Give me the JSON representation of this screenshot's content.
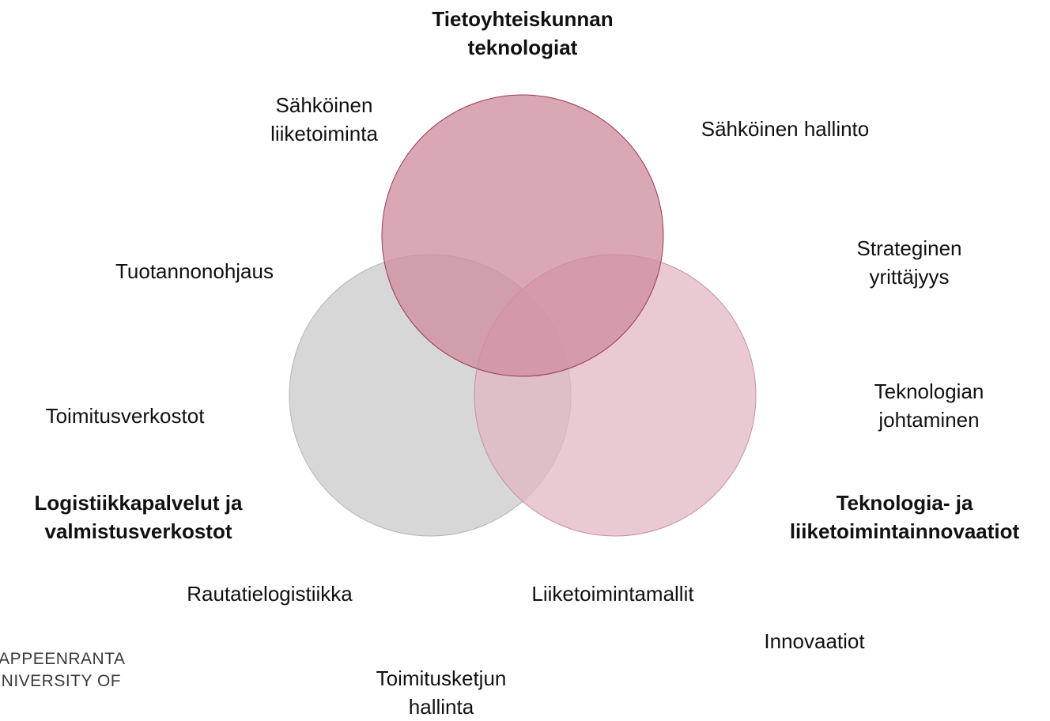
{
  "circles": {
    "top": {
      "title_line1": "Tietoyhteiskunnan",
      "title_line2": "teknologiat",
      "fill": "#cf8e9f",
      "stroke": "#9a3a55"
    },
    "left": {
      "title_line1": "Logistiikkapalvelut ja",
      "title_line2": "valmistusverkostot",
      "fill": "#cccccc",
      "stroke": "#b5b5b5"
    },
    "right": {
      "title_line1": "Teknologia- ja",
      "title_line2": "liiketoimintainnovaatiot",
      "fill": "#e0b4c0",
      "stroke": "#c98fa0"
    }
  },
  "topics": {
    "sahkoinen_liiketoiminta": [
      "Sähköinen",
      "liiketoiminta"
    ],
    "sahkoinen_hallinto": "Sähköinen hallinto",
    "strateginen_yrittajyys": [
      "Strateginen",
      "yrittäjyys"
    ],
    "tuotannonohjaus": "Tuotannonohjaus",
    "teknologian_johtaminen": [
      "Teknologian",
      "johtaminen"
    ],
    "toimitusverkostot": "Toimitusverkostot",
    "rautatielogistiikka": "Rautatielogistiikka",
    "liiketoimintamallit": "Liiketoimintamallit",
    "innovaatiot": "Innovaatiot",
    "toimitusketjun_hallinta": [
      "Toimitusketjun",
      "hallinta"
    ]
  },
  "logo": {
    "line1": "LAPPEENRANTA",
    "line2": "UNIVERSITY OF TECHNOLOGY"
  }
}
